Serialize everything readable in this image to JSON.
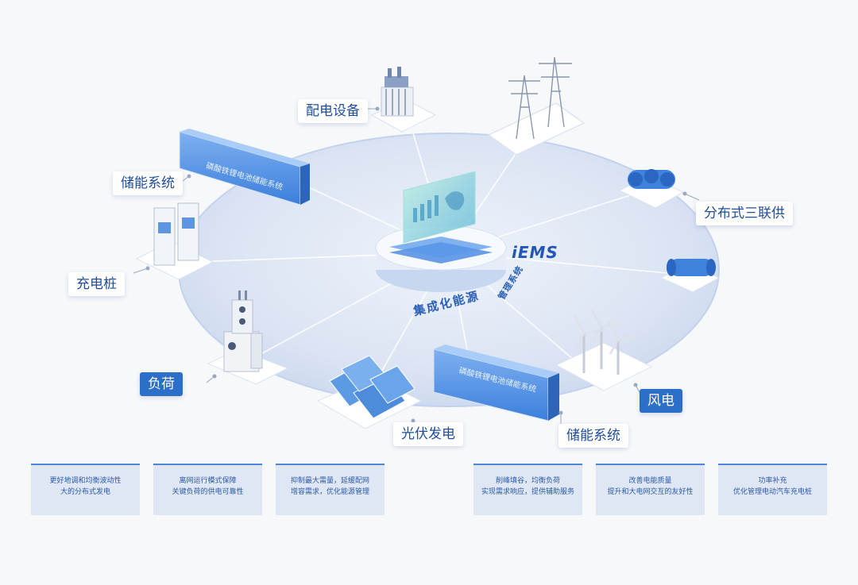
{
  "center": {
    "brand": "iEMS",
    "subtitle_main": "集成化能源",
    "subtitle_tail": "管理系统"
  },
  "container_text": "磷酸铁锂电池储能系统",
  "labels": {
    "distribution": "配电设备",
    "storage_top": "储能系统",
    "charger": "充电桩",
    "load": "负荷",
    "pv": "光伏发电",
    "storage_bottom": "储能系统",
    "wind": "风电",
    "cchp": "分布式三联供"
  },
  "cards": [
    {
      "line1": "更好地调和均衡波动性",
      "line2": "大的分布式发电"
    },
    {
      "line1": "离网运行模式保障",
      "line2": "关键负荷的供电可靠性"
    },
    {
      "line1": "抑制最大需量，延缓配网",
      "line2": "增容需求，优化能源管理"
    },
    {
      "line1": "削峰填谷，均衡负荷",
      "line2": "实现需求响应，提供辅助服务"
    },
    {
      "line1": "改善电能质量",
      "line2": "提升和大电网交互的友好性"
    },
    {
      "line1": "功率补充",
      "line2": "优化管理电动汽车充电桩"
    }
  ],
  "colors": {
    "accent": "#2c6fc9",
    "label_text": "#1f4d9c",
    "disk": "#dbe4f3",
    "card_bg": "#dfe7f4"
  }
}
